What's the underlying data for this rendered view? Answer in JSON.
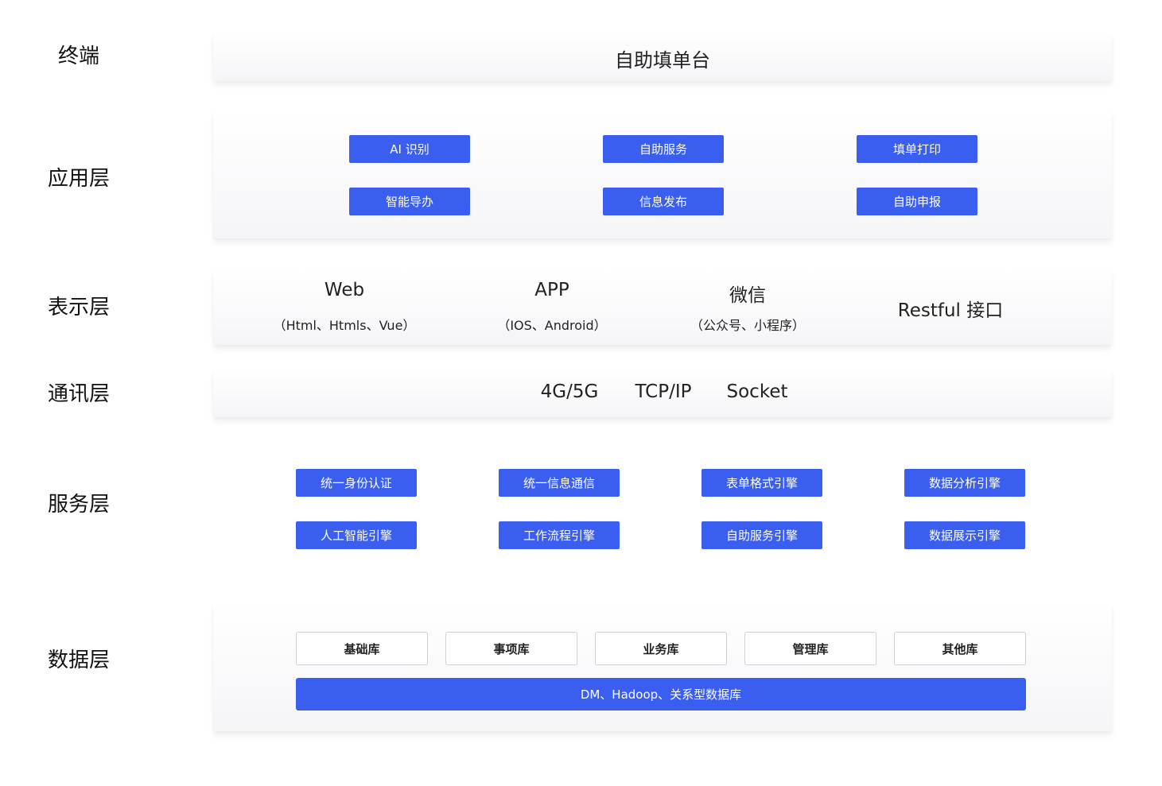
{
  "terminal": {
    "label": "终端",
    "title": "自助填单台"
  },
  "application": {
    "label": "应用层",
    "items": [
      "AI 识别",
      "自助服务",
      "填单打印",
      "智能导办",
      "信息发布",
      "自助申报"
    ]
  },
  "presentation": {
    "label": "表示层",
    "items": [
      {
        "title": "Web",
        "sub": "（Html、Htmls、Vue）"
      },
      {
        "title": "APP",
        "sub": "（IOS、Android）"
      },
      {
        "title": "微信",
        "sub": "（公众号、小程序）"
      },
      {
        "title": "Restful 接口",
        "sub": ""
      }
    ]
  },
  "communication": {
    "label": "通讯层",
    "items": [
      "4G/5G",
      "TCP/IP",
      "Socket"
    ]
  },
  "service": {
    "label": "服务层",
    "items": [
      "统一身份认证",
      "统一信息通信",
      "表单格式引擎",
      "数据分析引擎",
      "人工智能引擎",
      "工作流程引擎",
      "自助服务引擎",
      "数据展示引擎"
    ]
  },
  "data": {
    "label": "数据层",
    "libraries": [
      "基础库",
      "事项库",
      "业务库",
      "管理库",
      "其他库"
    ],
    "bar": "DM、Hadoop、关系型数据库"
  },
  "colors": {
    "accent": "#3a5ff0",
    "panel_bg": "#f7f7f9"
  }
}
